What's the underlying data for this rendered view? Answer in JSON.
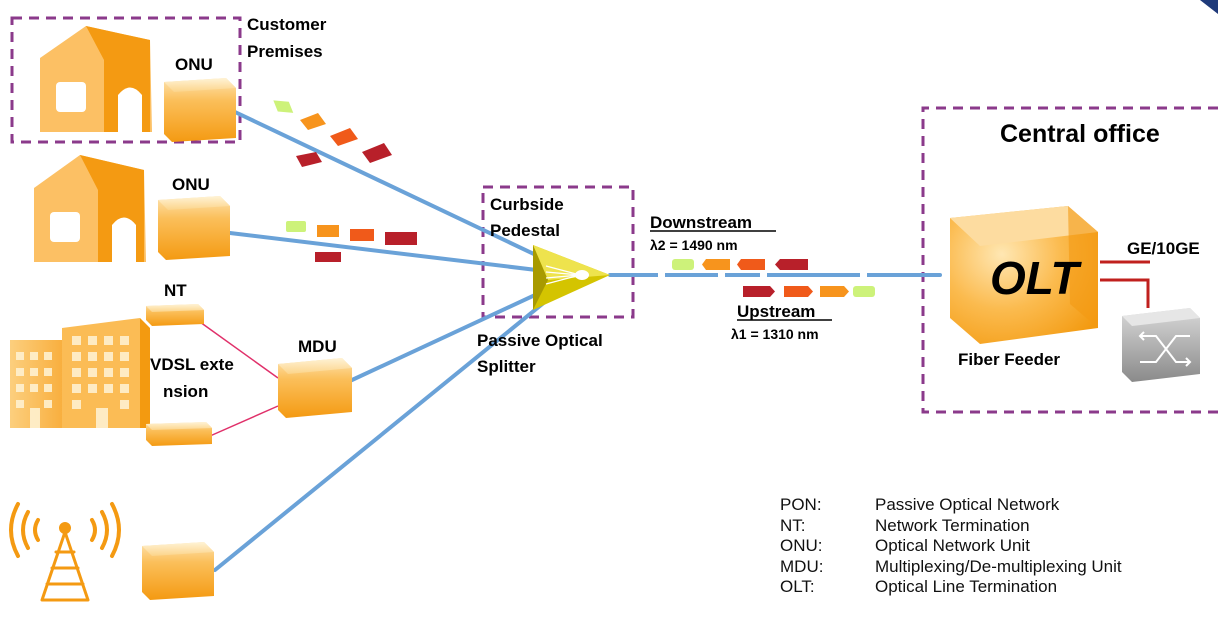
{
  "labels": {
    "customer_premises_line1": "Customer",
    "customer_premises_line2": "Premises",
    "onu_top": "ONU",
    "onu_second": "ONU",
    "nt": "NT",
    "mdu": "MDU",
    "vdsl_line1": "VDSL exte",
    "vdsl_line2": "nsion",
    "curbside_line1": "Curbside",
    "curbside_line2": "Pedestal",
    "splitter_line1": "Passive Optical",
    "splitter_line2": "Splitter",
    "downstream": "Downstream",
    "downstream_wavelength": "λ2 = 1490 nm",
    "upstream": "Upstream",
    "upstream_wavelength": "λ1 = 1310 nm",
    "central_office": "Central office",
    "olt": "OLT",
    "fiber_feeder": "Fiber Feeder",
    "uplink": "GE/10GE"
  },
  "legend": [
    {
      "abbr": "PON:",
      "desc": "Passive Optical Network"
    },
    {
      "abbr": "NT:",
      "desc": "Network Termination"
    },
    {
      "abbr": "ONU:",
      "desc": "Optical Network Unit"
    },
    {
      "abbr": "MDU:",
      "desc": "Multiplexing/De-multiplexing Unit"
    },
    {
      "abbr": "OLT:",
      "desc": "Optical Line Termination"
    }
  ],
  "colors": {
    "fiber": "#6aa2d8",
    "dashed_box": "#8b3a8b",
    "device_orange": "#f7a21b",
    "house_orange": "#f9b233",
    "signal_green": "#cdf27a",
    "signal_orange": "#f7941d",
    "signal_red_orange": "#f05a1a",
    "signal_dark_red": "#b8202a",
    "copper_pair": "#e0306a",
    "splitter_yellow": "#d4c400"
  }
}
